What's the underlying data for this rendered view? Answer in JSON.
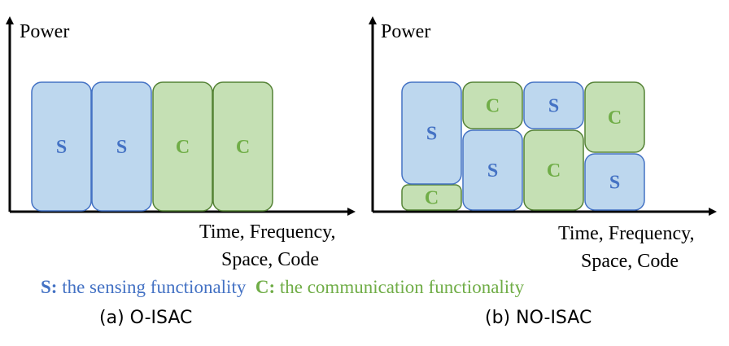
{
  "colors": {
    "sensing_fill": "#bdd7ee",
    "sensing_stroke": "#4472c4",
    "sensing_text": "#4472c4",
    "comm_fill": "#c5e0b4",
    "comm_stroke": "#548235",
    "comm_text": "#70ad47",
    "axis": "#000000"
  },
  "panel_a": {
    "y_label": "Power",
    "x_label_line1": "Time, Frequency,",
    "x_label_line2": "Space, Code",
    "caption": "(a) O-ISAC",
    "blocks": [
      {
        "type": "S",
        "label": "S"
      },
      {
        "type": "S",
        "label": "S"
      },
      {
        "type": "C",
        "label": "C"
      },
      {
        "type": "C",
        "label": "C"
      }
    ]
  },
  "panel_b": {
    "y_label": "Power",
    "x_label_line1": "Time, Frequency,",
    "x_label_line2": "Space, Code",
    "caption": "(b) NO-ISAC",
    "blocks": [
      {
        "type": "C",
        "label": "C"
      },
      {
        "type": "S",
        "label": "S"
      },
      {
        "type": "S",
        "label": "S"
      },
      {
        "type": "C",
        "label": "C"
      },
      {
        "type": "C",
        "label": "C"
      },
      {
        "type": "S",
        "label": "S"
      },
      {
        "type": "S",
        "label": "S"
      },
      {
        "type": "C",
        "label": "C"
      }
    ]
  },
  "legend": {
    "s_key": "S:",
    "s_text": " the sensing functionality",
    "c_key": "C:",
    "c_text": " the communication functionality"
  }
}
